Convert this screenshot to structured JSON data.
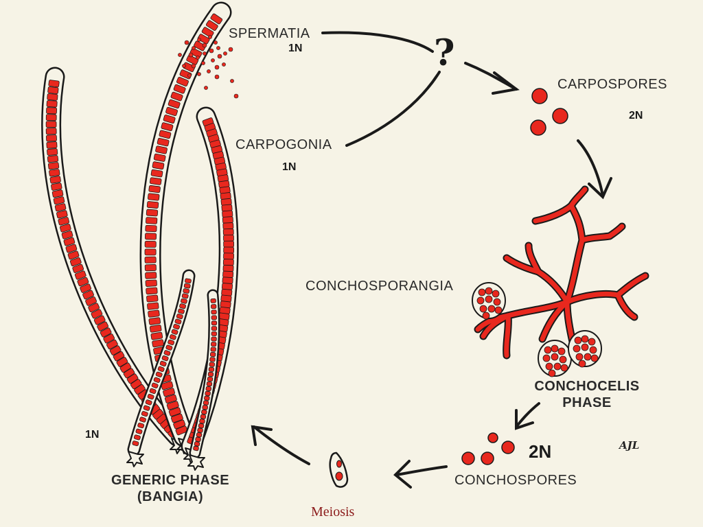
{
  "labels": {
    "spermatia": "SPERMATIA",
    "spermatia_ploidy": "1N",
    "carpogonia": "CARPOGONIA",
    "carpogonia_ploidy": "1N",
    "unknown_fusion": "?",
    "carpospores": "CARPOSPORES",
    "carpospores_ploidy": "2N",
    "conchosporangia": "CONCHOSPORANGIA",
    "conchocelis_line1": "CONCHOCELIS",
    "conchocelis_line2": "PHASE",
    "conchospores": "CONCHOSPORES",
    "conchospores_ploidy": "2N",
    "generic_line1": "GENERIC PHASE",
    "generic_line2": "(BANGIA)",
    "generic_ploidy": "1N",
    "artist_signature": "AJL"
  },
  "caption": "Meiosis",
  "colors": {
    "background": "#f6f3e6",
    "cell_red": "#e8281e",
    "outline": "#1a1a1a",
    "caption": "#8b1a1a"
  }
}
